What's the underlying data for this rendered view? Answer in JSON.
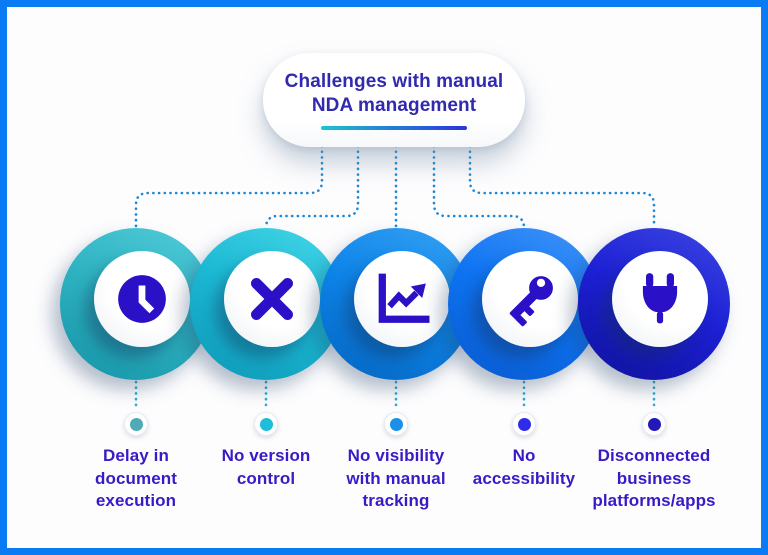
{
  "header": {
    "title": "Challenges with manual\nNDA management"
  },
  "items": [
    {
      "label": "Delay in\ndocument\nexecution",
      "icon": "clock-icon",
      "ring": "#2eb2c1",
      "ring_light": "#4cc8d6",
      "ring_dark": "#1897a9",
      "dot": "#4faab6"
    },
    {
      "label": "No version\ncontrol",
      "icon": "cross-icon",
      "ring": "#1bb7d3",
      "ring_light": "#3ed2e4",
      "ring_dark": "#0f9cba",
      "dot": "#1fbdd9"
    },
    {
      "label": "No visibility\nwith manual\ntracking",
      "icon": "line-chart-icon",
      "ring": "#0d84e8",
      "ring_light": "#2f9df2",
      "ring_dark": "#0668c4",
      "dot": "#1c90e9"
    },
    {
      "label": "No\naccessibility",
      "icon": "key-icon",
      "ring": "#0d73f2",
      "ring_light": "#3a8ff7",
      "ring_dark": "#0a5cd0",
      "dot": "#2e2cea"
    },
    {
      "label": "Disconnected\nbusiness\nplatforms/apps",
      "icon": "plug-icon",
      "ring": "#1c20d3",
      "ring_light": "#3740e0",
      "ring_dark": "#1113a0",
      "dot": "#2418b9"
    }
  ],
  "colors": {
    "page_border": "#0b7bf3",
    "title_text": "#312aaf",
    "label_text": "#3a1ac6",
    "icon": "#2a10c6",
    "connector": "#1e87d3",
    "connector_lower": "#27aad8",
    "underline_start": "#1ec3cd",
    "underline_end": "#2b33dd"
  }
}
